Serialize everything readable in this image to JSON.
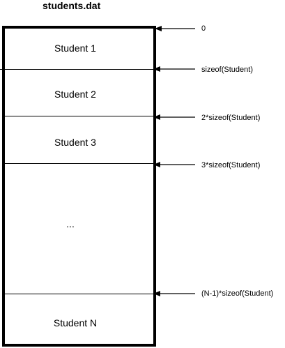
{
  "title": "students.dat",
  "records": [
    {
      "label": "Student 1"
    },
    {
      "label": "Student 2"
    },
    {
      "label": "Student 3"
    },
    {
      "label": "..."
    },
    {
      "label": "Student N"
    }
  ],
  "offsets": [
    {
      "label": "0"
    },
    {
      "label": "sizeof(Student)"
    },
    {
      "label": "2*sizeof(Student)"
    },
    {
      "label": "3*sizeof(Student)"
    },
    {
      "label": "(N-1)*sizeof(Student)"
    }
  ]
}
